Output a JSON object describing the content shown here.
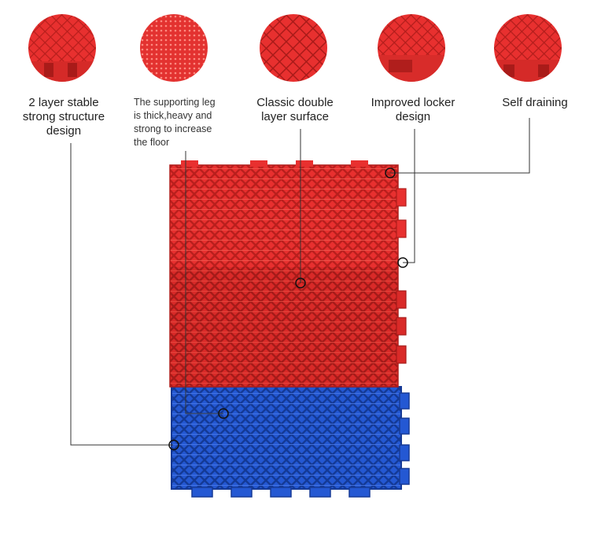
{
  "features": [
    {
      "label": "2 layer stable strong structure design",
      "lines": [
        "2 layer stable",
        "strong structure",
        "design"
      ]
    },
    {
      "label": "The supporting leg is thick,heavy and strong to increase the floor",
      "lines": [
        "The supporting leg",
        "is thick,heavy and",
        "strong to increase",
        "the floor"
      ]
    },
    {
      "label": "Classic double layer surface",
      "lines": [
        "Classic double",
        "layer surface"
      ]
    },
    {
      "label": "Improved locker design",
      "lines": [
        "Improved locker",
        "design"
      ]
    },
    {
      "label": "Self draining",
      "lines": [
        "Self draining"
      ]
    }
  ],
  "colors": {
    "red_tile": "#e8302f",
    "red_tile_dark": "#c92624",
    "blue_tile": "#1f4fc2",
    "blue_tile_dark": "#163a96",
    "line": "#333333"
  },
  "icons": [
    "grid-texture-closeup",
    "leg-closeup",
    "surface-closeup",
    "locker-closeup",
    "drain-closeup"
  ]
}
